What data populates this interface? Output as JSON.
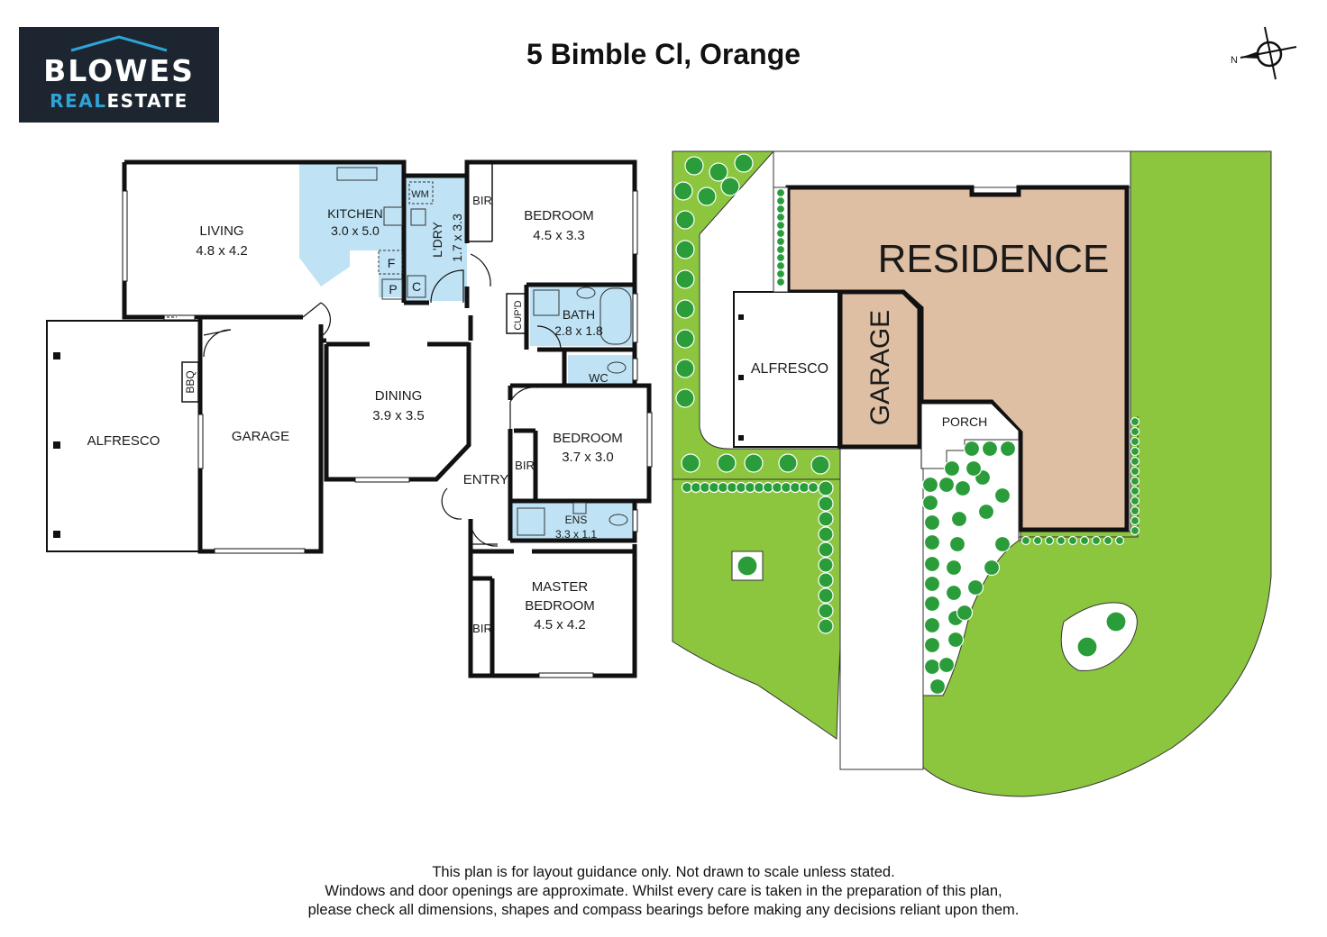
{
  "logo": {
    "word1": "BLOWES",
    "word2_accent": "REAL",
    "word2_rest": "ESTATE"
  },
  "title": "5 Bimble Cl, Orange",
  "compass": {
    "label": "N"
  },
  "floorplan": {
    "living": {
      "name": "LIVING",
      "size": "4.8 x 4.2"
    },
    "kitchen": {
      "name": "KITCHEN",
      "size": "3.0 x 5.0"
    },
    "wm": "WM",
    "fridge": "F",
    "pantry": "P",
    "cupboard_c": "C",
    "laundry": {
      "name": "L'DRY",
      "size": "1.7 x 3.3"
    },
    "bir1": "BIR",
    "bedroom1": {
      "name": "BEDROOM",
      "size": "4.5 x 3.3"
    },
    "cupd": "CUP'D",
    "bath": {
      "name": "BATH",
      "size": "2.8 x 1.8"
    },
    "wc": "WC",
    "alfresco": "ALFRESCO",
    "bbq": "BBQ",
    "garage": "GARAGE",
    "dining": {
      "name": "DINING",
      "size": "3.9 x 3.5"
    },
    "bir2": "BIR",
    "bedroom2": {
      "name": "BEDROOM",
      "size": "3.7 x 3.0"
    },
    "entry": "ENTRY",
    "ens": {
      "name": "ENS",
      "size": "3.3 x 1.1"
    },
    "master": {
      "line1": "MASTER",
      "line2": "BEDROOM",
      "size": "4.5 x 4.2"
    },
    "bir3": "BIR"
  },
  "siteplan": {
    "residence": "RESIDENCE",
    "garage": "GARAGE",
    "alfresco": "ALFRESCO",
    "porch": "PORCH"
  },
  "colors": {
    "wet_area": "#bfe3f5",
    "lawn": "#8cc63f",
    "residence": "#dfbfa3",
    "tree": "#2a9d3a",
    "logo_bg": "#1c2530",
    "logo_accent": "#2fa3d6"
  },
  "disclaimer": {
    "line1": "This plan is for layout guidance only. Not drawn to scale unless stated.",
    "line2": "Windows and door openings are approximate. Whilst every care is taken in the preparation of this plan,",
    "line3": "please check all dimensions, shapes and compass bearings before making any decisions reliant upon them."
  }
}
